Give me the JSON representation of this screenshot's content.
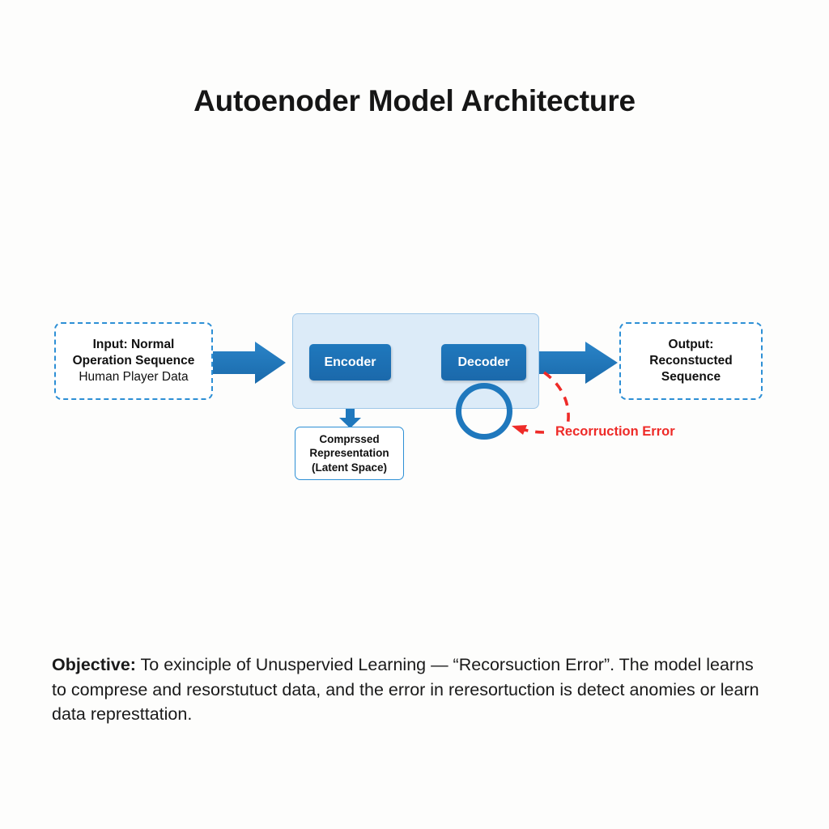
{
  "title": "Autoenoder Model Architecture",
  "input_box": {
    "line1": "Input: Normal",
    "line2": "Operation Sequence",
    "line3": "Human Player Data"
  },
  "output_box": {
    "line1": "Output:",
    "line2": "Reconstucted",
    "line3": "Sequence"
  },
  "encoder": {
    "label": "Encoder"
  },
  "decoder": {
    "label": "Decoder"
  },
  "latent_box": {
    "line1": "Comprssed",
    "line2": "Representation",
    "line3": "(Latent Space)"
  },
  "error": {
    "label": "Recorruction Error",
    "color": "#ee2b28"
  },
  "objective": {
    "lead": "Objective:",
    "body": " To exinciple of Unuspervied Learning — “Recorsuction Error”. The model learns to comprese and resorstutuct data, and the error in reresortuction is detect anomies or learn data represttation."
  },
  "colors": {
    "background": "#fdfdfc",
    "panel_fill": "#dcebf8",
    "panel_border": "#9fc7e8",
    "block_blue": "#1f78bd",
    "dashed_border": "#2d8fd5",
    "arrow_blue": "#1f78bd",
    "error_red": "#ee2b28",
    "text": "#1a1a1a"
  },
  "icons": {
    "flow_arrow_in": "right-arrow-icon",
    "flow_arrow_out": "right-arrow-icon",
    "encoder_in": "down-arrow-icon",
    "encoder_out": "down-arrow-icon",
    "latent_in": "down-arrow-icon",
    "decoder_in": "up-arrow-icon",
    "error_feedback": "dashed-curve-arrow-icon",
    "bottleneck": "circle-ring-icon"
  }
}
